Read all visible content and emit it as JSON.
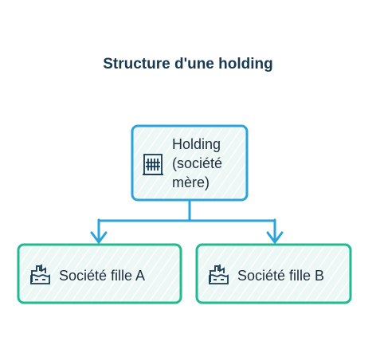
{
  "title": "Structure d'une holding",
  "colors": {
    "title": "#173a52",
    "parent_stroke": "#2aa3d9",
    "child_stroke": "#22b98e",
    "connector": "#2aa3d9",
    "node_fill": "#edf8f6",
    "icon": "#173a52",
    "text": "#1f2d3d"
  },
  "nodes": {
    "parent": {
      "label_lines": [
        "Holding",
        "(société",
        "mère)"
      ],
      "icon": "office-building-icon"
    },
    "child_a": {
      "label": "Société fille A",
      "icon": "factory-icon"
    },
    "child_b": {
      "label": "Société fille B",
      "icon": "factory-icon"
    }
  }
}
